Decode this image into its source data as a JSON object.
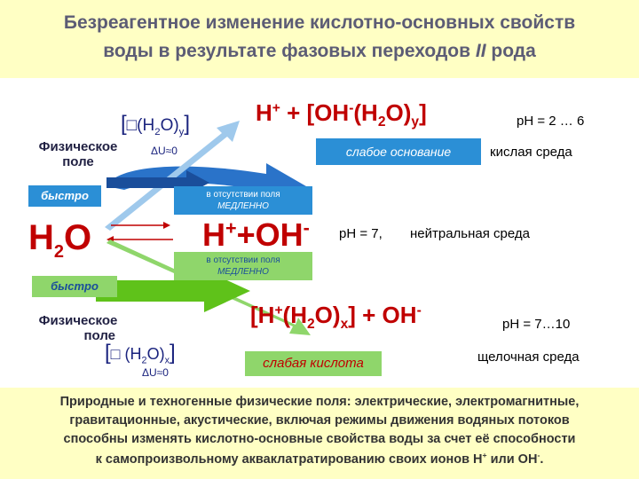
{
  "title": {
    "line1": "Безреагентное изменение кислотно-основных свойств",
    "line2a": "воды в результате фазовых переходов ",
    "line2b": "II",
    "line2c": " рода"
  },
  "top_cluster": {
    "open": "[",
    "box": "□",
    "lp": "(H",
    "sub2": "2",
    "o": "O)",
    "suby": "y",
    "close": "]",
    "delta_u": "ΔU≈0"
  },
  "field_label_top": {
    "line1": "Физическое",
    "line2": "поле"
  },
  "fast_top": "быстро",
  "slow_top": {
    "line1": "в отсутствии поля",
    "line2": "МЕДЛЕННО"
  },
  "water": {
    "h": "H",
    "sub": "2",
    "o": "O"
  },
  "ions_center": {
    "h": "H",
    "plus": "+",
    "mid": "+OH",
    "minus": "-"
  },
  "ph_neutral": "pH = 7,",
  "neutral": "нейтральная среда",
  "eq_top": {
    "h": "H",
    "hplus": "+",
    "plus_lbr": " + [OH",
    "ohminus": "-",
    "h2o": "(H",
    "two": "2",
    "oy": "O)",
    "y": "y",
    "rbr": "]"
  },
  "ph_acid": "pH = 2 … 6",
  "weak_base": "слабое основание",
  "acid_env": "кислая среда",
  "slow_bottom": {
    "line1": "в отсутствии поля",
    "line2": "МЕДЛЕННО"
  },
  "fast_bottom": "быстро",
  "field_label_bottom": {
    "line1": "Физическое",
    "line2": "поле"
  },
  "bottom_cluster": {
    "open": "[",
    "box": "□",
    "lp": " (H",
    "sub2": "2",
    "o": "O)",
    "subx": "x",
    "close": "]",
    "delta_u": "ΔU≈0"
  },
  "eq_bottom": {
    "lbr": "[H",
    "hplus": "+",
    "h2o": "(H",
    "two": "2",
    "ox": "O)",
    "x": "x",
    "rbr": "]",
    "plus_oh": " + OH",
    "minus": "-"
  },
  "ph_alk": "pH = 7…10",
  "weak_acid": "слабая кислота",
  "alk_env": "щелочная среда",
  "footer": {
    "l1": "Природные и техногенные физические поля: электрические, электромагнитные,",
    "l2": "гравитационные, акустические, включая режимы движения водяных потоков",
    "l3": "способны изменять кислотно-основные свойства воды за счет её способности",
    "l4a": "к самопроизвольному акваклатратированию своих ионов Н",
    "l4b": "+",
    "l4c": " или ОН",
    "l4d": "-",
    "l4e": "."
  },
  "colors": {
    "title_bg": "#ffffc4",
    "blue_box": "#2b8fd6",
    "green_box": "#8fd66b",
    "ion_red": "#c00000",
    "arrow_blue": "#2a73c9",
    "arrow_green": "#5fc21a"
  }
}
